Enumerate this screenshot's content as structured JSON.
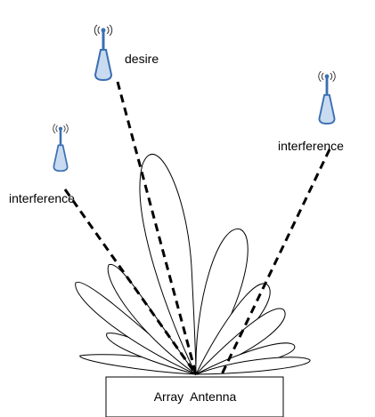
{
  "diagram": {
    "desired_signal_label": "desire",
    "interference_left_label": "interference",
    "interference_right_label": "interference",
    "array_label": "Array  Antenna"
  },
  "icons": {
    "transmitter": "radio-tower-icon"
  },
  "colors": {
    "tower_fill": "#c9dbf0",
    "tower_stroke": "#3a6fb3",
    "line": "#000000",
    "background": "#ffffff"
  }
}
